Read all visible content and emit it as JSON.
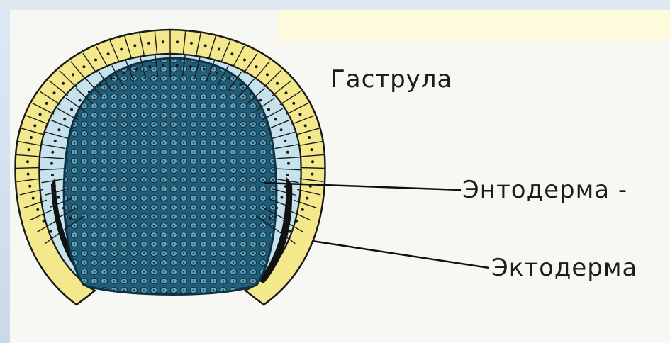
{
  "labels": {
    "gastrula": "Гаструла",
    "endoderm": "Энтодерма -",
    "ectoderm": "Эктодерма"
  },
  "colors": {
    "ectoderm_cells": "#f3e98c",
    "endoderm_cells": "#c6e2ec",
    "archenteron": "#1f5d78",
    "cell_outline": "#1a1a1a",
    "background": "#f7f7f4"
  }
}
